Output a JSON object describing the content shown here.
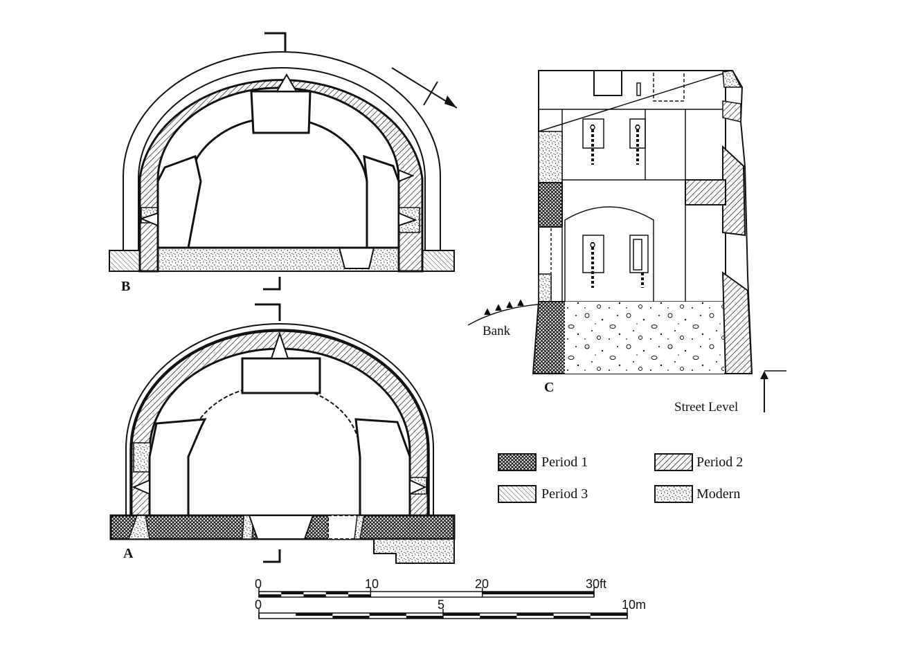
{
  "plans": {
    "b_label": "B",
    "a_label": "A",
    "c_label": "C"
  },
  "elevation": {
    "bank_label": "Bank",
    "street_label": "Street Level"
  },
  "legend": [
    {
      "label": "Period 1",
      "fill": "crosshatch"
    },
    {
      "label": "Period 2",
      "fill": "hatch"
    },
    {
      "label": "Period 3",
      "fill": "hatch-light"
    },
    {
      "label": "Modern",
      "fill": "stipple"
    }
  ],
  "scale": {
    "feet": {
      "unit": "ft",
      "ticks": [
        "0",
        "10",
        "20",
        "30ft"
      ],
      "max": 30
    },
    "meters": {
      "unit": "m",
      "ticks": [
        "0",
        "5",
        "10m"
      ],
      "max": 10
    }
  },
  "colors": {
    "ink": "#111111",
    "paper": "#ffffff"
  }
}
